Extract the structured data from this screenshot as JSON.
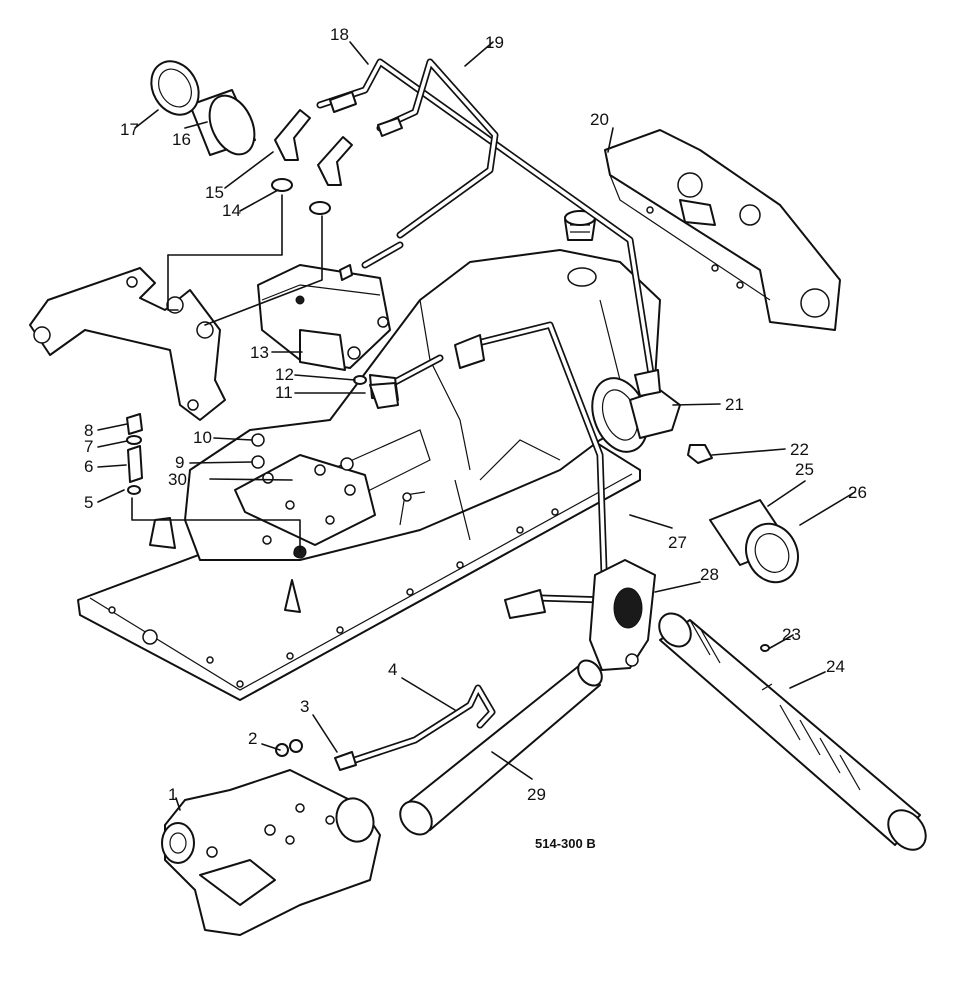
{
  "figure": {
    "reference_code": "514-300 B",
    "callouts": [
      {
        "id": "1",
        "text": "1"
      },
      {
        "id": "2",
        "text": "2"
      },
      {
        "id": "3",
        "text": "3"
      },
      {
        "id": "4",
        "text": "4"
      },
      {
        "id": "5",
        "text": "5"
      },
      {
        "id": "6",
        "text": "6"
      },
      {
        "id": "7",
        "text": "7"
      },
      {
        "id": "8",
        "text": "8"
      },
      {
        "id": "9",
        "text": "9"
      },
      {
        "id": "10",
        "text": "10"
      },
      {
        "id": "11",
        "text": "11"
      },
      {
        "id": "12",
        "text": "12"
      },
      {
        "id": "13",
        "text": "13"
      },
      {
        "id": "14",
        "text": "14"
      },
      {
        "id": "15",
        "text": "15"
      },
      {
        "id": "16",
        "text": "16"
      },
      {
        "id": "17",
        "text": "17"
      },
      {
        "id": "18",
        "text": "18"
      },
      {
        "id": "19",
        "text": "19"
      },
      {
        "id": "20",
        "text": "20"
      },
      {
        "id": "21",
        "text": "21"
      },
      {
        "id": "22",
        "text": "22"
      },
      {
        "id": "23",
        "text": "23"
      },
      {
        "id": "24",
        "text": "24"
      },
      {
        "id": "25",
        "text": "25"
      },
      {
        "id": "26",
        "text": "26"
      },
      {
        "id": "27",
        "text": "27"
      },
      {
        "id": "28",
        "text": "28"
      },
      {
        "id": "29",
        "text": "29"
      },
      {
        "id": "30",
        "text": "30"
      }
    ]
  }
}
